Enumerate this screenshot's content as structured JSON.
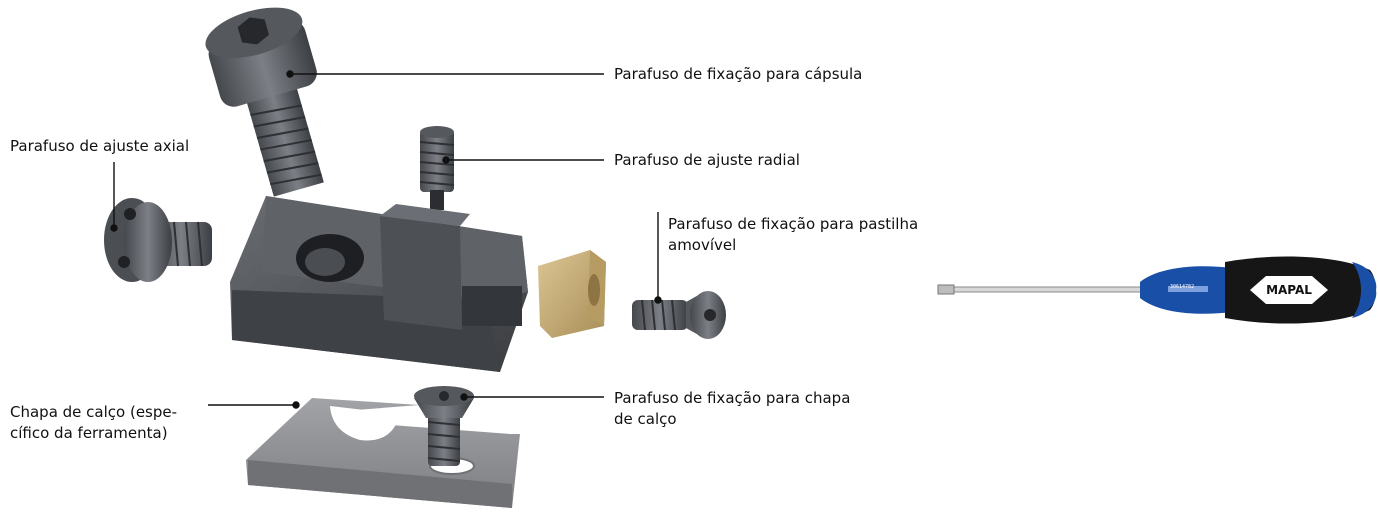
{
  "labels": {
    "capsule_screw": "Parafuso de fixação para cápsula",
    "axial_screw": "Parafuso de ajuste axial",
    "radial_screw": "Parafuso de ajuste radial",
    "insert_screw": "Parafuso de fixação para pastilha\namovível",
    "shim_plate": "Chapa de calço (espe-\ncífico da ferramenta)",
    "shim_screw": "Parafuso de fixação para chapa\nde calço"
  },
  "screwdriver": {
    "brand": "MAPAL",
    "part_number": "30614782"
  },
  "colors": {
    "part_dark": "#3f4247",
    "part_mid": "#5a5d63",
    "part_light": "#777a80",
    "shim": "#8e9094",
    "insert": "#c9b27e",
    "handle_blue": "#1a4fa8",
    "handle_black": "#161616",
    "leader": "#111111"
  }
}
